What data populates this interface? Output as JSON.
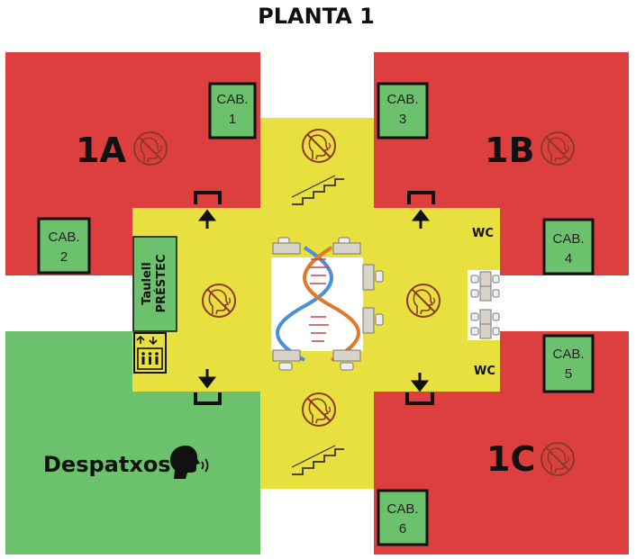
{
  "title": "PLANTA  1",
  "zones": {
    "a": {
      "label": "1A"
    },
    "b": {
      "label": "1B"
    },
    "c": {
      "label": "1C"
    }
  },
  "cabins": [
    {
      "line1": "CAB.",
      "line2": "1"
    },
    {
      "line1": "CAB.",
      "line2": "2"
    },
    {
      "line1": "CAB.",
      "line2": "3"
    },
    {
      "line1": "CAB.",
      "line2": "4"
    },
    {
      "line1": "CAB.",
      "line2": "5"
    },
    {
      "line1": "CAB.",
      "line2": "6"
    }
  ],
  "wc": {
    "top": "WC",
    "bottom": "WC"
  },
  "counter": {
    "line1": "Taulell",
    "line2": "PRÉSTEC"
  },
  "offices": {
    "label": "Despatxos"
  },
  "colors": {
    "red_zone": "#dd3e3e",
    "green_zone": "#6cc16c",
    "corridor": "#e8e03e",
    "cabin": "#6cc16c",
    "center": "#ffffff"
  },
  "icons": [
    "no-talking-icon",
    "stairs-icon",
    "dna-icon",
    "elevator-icon",
    "speaking-person-icon",
    "entry-arrow-icon",
    "desk-icon"
  ]
}
